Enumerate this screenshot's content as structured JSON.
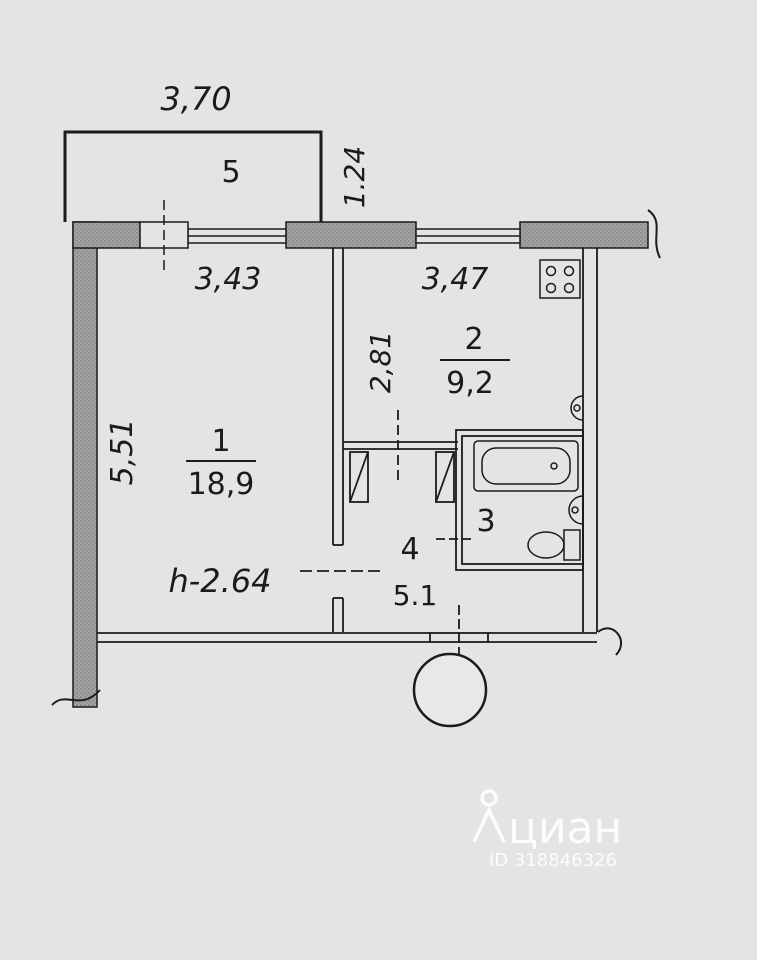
{
  "balcony": {
    "number": "5",
    "width": "3,70",
    "depth": "1.24"
  },
  "rooms": [
    {
      "number": "1",
      "area": "18,9",
      "width": "3,43",
      "length": "5,51"
    },
    {
      "number": "2",
      "area": "9,2",
      "width": "3,47",
      "length": "2,81"
    },
    {
      "number": "3"
    },
    {
      "number": "4",
      "area": "5.1"
    }
  ],
  "ceiling_height": "h-2.64",
  "watermark": {
    "brand": "циан",
    "id": "ID 318846326"
  },
  "colors": {
    "background": "#e4e4e2",
    "wall": "#9a9a98",
    "line": "#1b1b1b",
    "watermark": "#ffffff"
  },
  "icons": [
    "stove-icon",
    "bathtub-icon",
    "sink-icon",
    "toilet-icon",
    "entrance-circle-icon",
    "cian-logo-icon"
  ]
}
